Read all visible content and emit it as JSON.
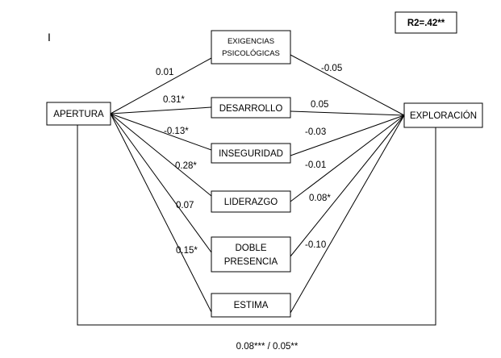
{
  "marker": "I",
  "r2": "R2=.42**",
  "nodes": {
    "apertura": "APERTURA",
    "exploracion": "EXPLORACIÓN",
    "exigencias_1": "EXIGENCIAS",
    "exigencias_2": "PSICOLÓGICAS",
    "desarrollo": "DESARROLLO",
    "inseguridad": "INSEGURIDAD",
    "liderazgo": "LIDERAZGO",
    "doble_1": "DOBLE",
    "doble_2": "PRESENCIA",
    "estima": "ESTIMA"
  },
  "paths_in": {
    "exigencias": "0.01",
    "desarrollo": "0.31*",
    "inseguridad": "-0.13*",
    "liderazgo": "0.28*",
    "doble": "0.07",
    "estima": "0.15*"
  },
  "paths_out": {
    "exigencias": "-0.05",
    "desarrollo": "0.05",
    "inseguridad": "-0.03",
    "liderazgo": "-0.01",
    "doble": "0.08*",
    "estima": "-0.10"
  },
  "direct_effect": "0.08*** / 0.05**"
}
